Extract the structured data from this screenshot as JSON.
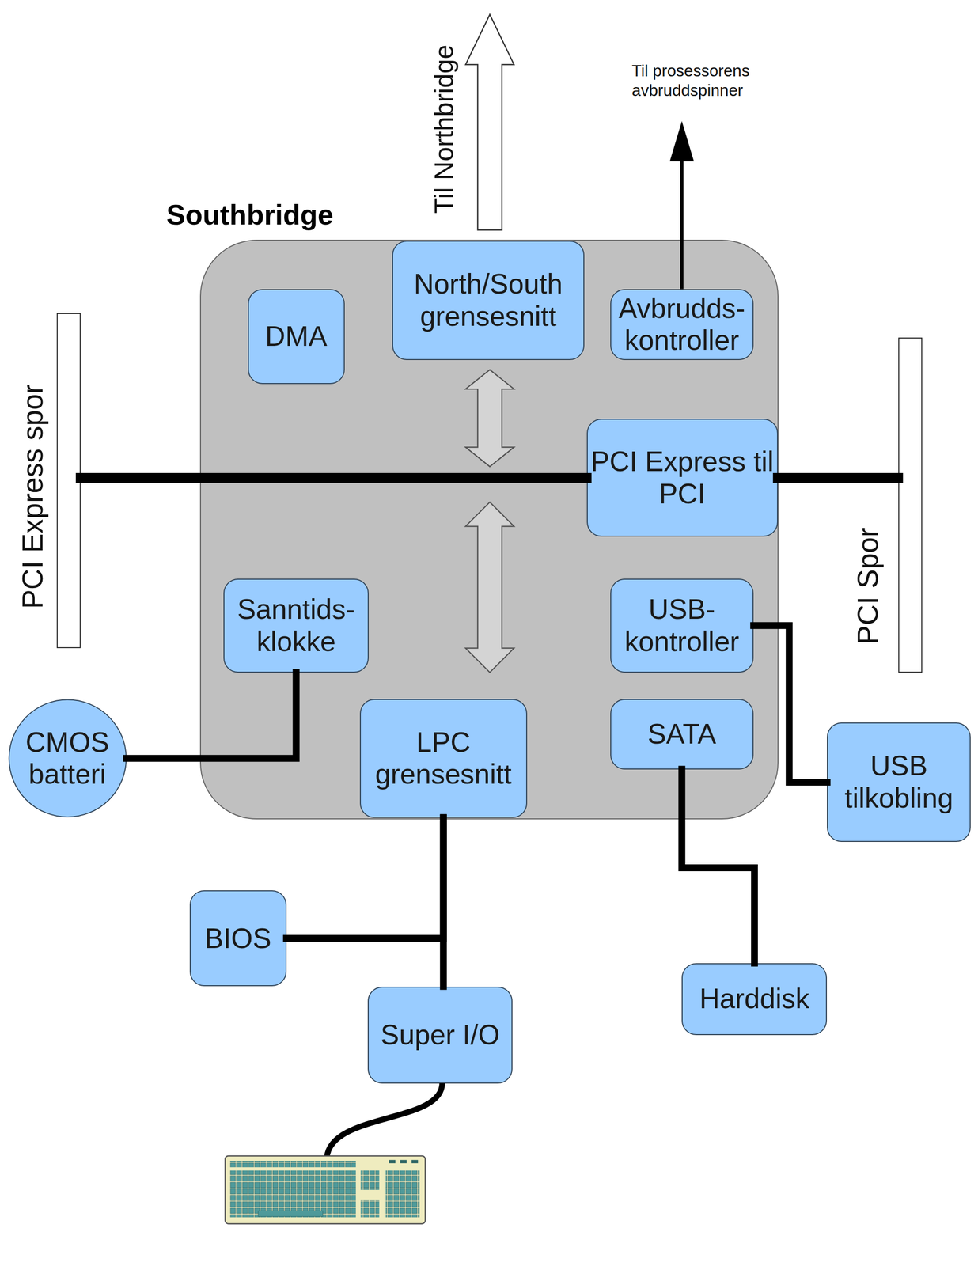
{
  "diagram": {
    "nodes": [
      {
        "text": [
          "Southbridge"
        ]
      },
      {
        "text": [
          "DMA"
        ],
        "in": 0
      },
      {
        "text": [
          "North/South grensesnitt"
        ],
        "in": 0
      },
      {
        "text": [
          "Avbrudds- kontroller"
        ],
        "in": 0
      },
      {
        "text": [
          "PCI Express til PCI"
        ],
        "in": 0
      },
      {
        "text": [
          "Sanntids- klokke"
        ],
        "in": 0
      },
      {
        "text": [
          "USB- kontroller"
        ],
        "in": 0
      },
      {
        "text": [
          "LPC grensesnitt"
        ],
        "in": 0
      },
      {
        "text": [
          "SATA"
        ],
        "in": 0
      },
      {
        "text": [
          "PCI Express spor"
        ]
      },
      {
        "text": [
          "PCI Spor"
        ]
      },
      {
        "text": [
          "CMOS batteri"
        ]
      },
      {
        "text": [
          "USB tilkobling"
        ]
      },
      {
        "text": [
          "BIOS"
        ]
      },
      {
        "text": [
          "Super I/O"
        ]
      },
      {
        "text": [
          "Harddisk"
        ]
      }
    ],
    "edges": [
      {
        "from": 9,
        "to": 4,
        "arrow": "none"
      },
      {
        "from": 4,
        "to": 10,
        "arrow": "none"
      },
      {
        "from": 5,
        "to": 11,
        "arrow": "none"
      },
      {
        "from": 6,
        "to": 12,
        "arrow": "none"
      },
      {
        "from": 8,
        "to": 15,
        "arrow": "none"
      },
      {
        "from": 7,
        "to": 13,
        "arrow": "none"
      },
      {
        "from": 7,
        "to": 14,
        "arrow": "none"
      }
    ],
    "labels": [
      "Til Northbridge",
      "Til prosessorens avbruddspinner"
    ]
  }
}
